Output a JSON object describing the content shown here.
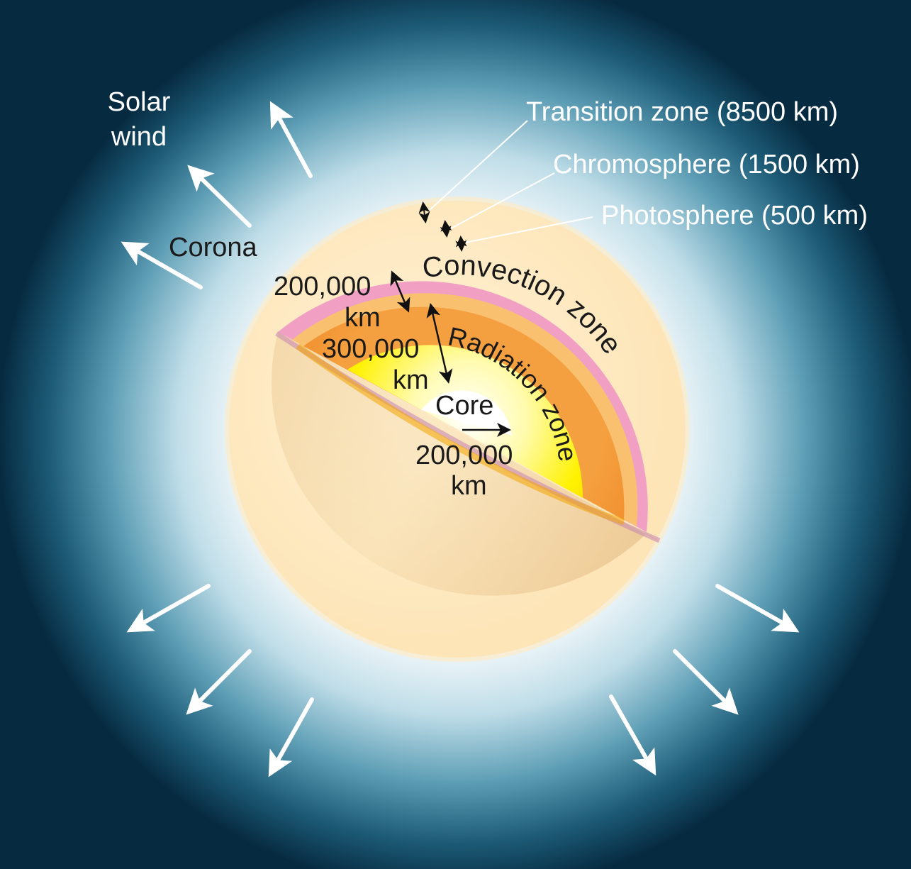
{
  "labels": {
    "solar_wind_line1": "Solar",
    "solar_wind_line2": "wind",
    "corona": "Corona",
    "transition_zone": "Transition zone (8500 km)",
    "chromosphere": "Chromosphere (1500 km)",
    "photosphere": "Photosphere (500 km)",
    "convection_zone": "Convection zone",
    "radiation_zone": "Radiation zone",
    "core": "Core",
    "convection_depth_value": "200,000",
    "convection_depth_unit": "km",
    "radiation_depth_value": "300,000",
    "radiation_depth_unit": "km",
    "core_radius_value": "200,000",
    "core_radius_unit": "km"
  },
  "colors": {
    "space": "#062a40",
    "corona_glow": "#dff0f6",
    "surface": "#fde9bf",
    "transition_zone": "#f1a0c4",
    "chromosphere": "#f9b66a",
    "convection_zone": "#f08a2a",
    "radiation_zone": "#ffe600",
    "core": "#ffffff",
    "arrows": "#ffffff"
  }
}
